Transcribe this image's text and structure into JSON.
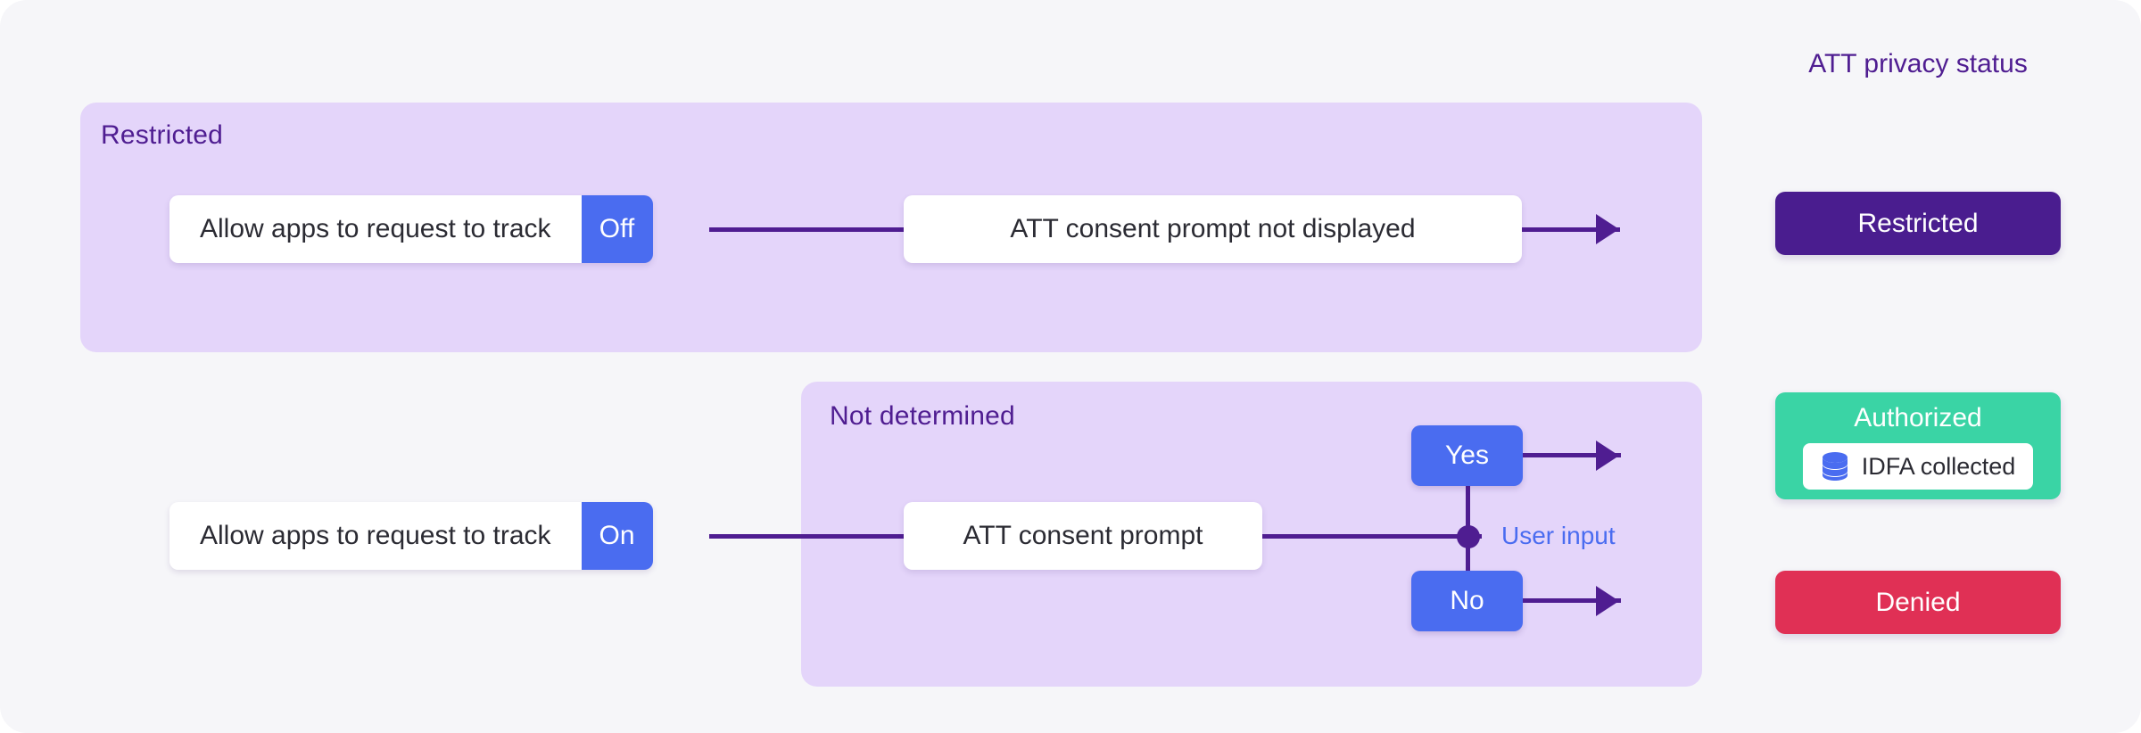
{
  "colors": {
    "page_bg": "#f6f6f9",
    "panel_bg": "#e4d5fa",
    "accent_purple": "#4f1d91",
    "accent_blue": "#4a6cf0",
    "green": "#3ad4a5",
    "red": "#e03055",
    "text_dark": "#2b2b33"
  },
  "flow": {
    "restricted_group": {
      "title": "Restricted",
      "toggle": {
        "label": "Allow apps to request to track",
        "state": "Off"
      },
      "outcome_node": "ATT consent prompt not displayed"
    },
    "not_determined_group": {
      "title": "Not determined",
      "toggle": {
        "label": "Allow apps to request to track",
        "state": "On"
      },
      "prompt_node": "ATT consent prompt",
      "edge_label": "User input",
      "choices": {
        "yes": "Yes",
        "no": "No"
      }
    }
  },
  "status_column": {
    "title": "ATT privacy status",
    "badges": [
      {
        "id": "restricted",
        "label": "Restricted",
        "color": "#4a1d8f"
      },
      {
        "id": "authorized",
        "label": "Authorized",
        "color": "#3ad4a5",
        "chip": {
          "label": "IDFA collected",
          "icon": "database-icon"
        }
      },
      {
        "id": "denied",
        "label": "Denied",
        "color": "#e03055"
      }
    ]
  }
}
